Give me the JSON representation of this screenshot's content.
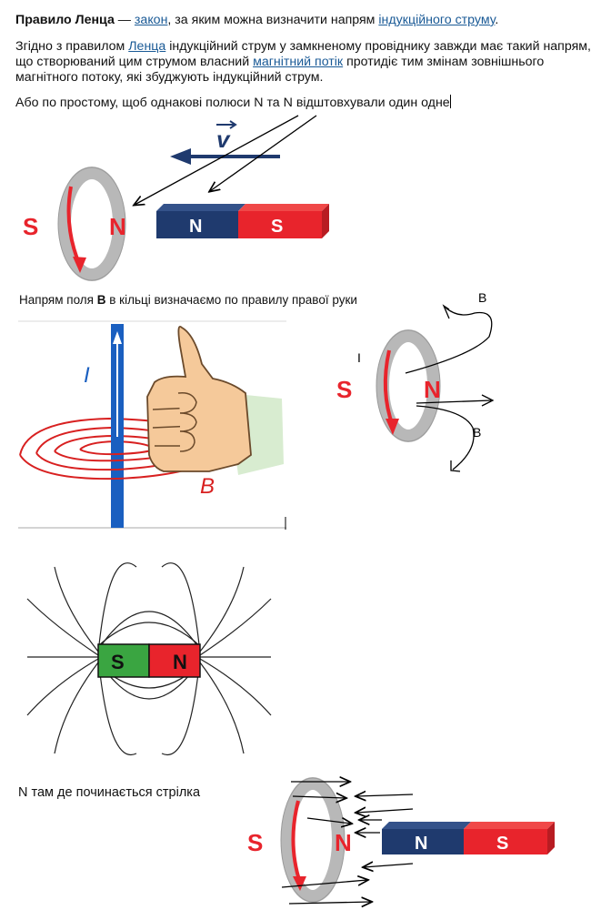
{
  "intro": {
    "title": "Правило Ленца",
    "dash": " — ",
    "link_law": "закон",
    "mid": ", за яким можна визначити напрям ",
    "link_current": "індукційного струму",
    "end": "."
  },
  "para2": {
    "part1": "Згідно з правилом ",
    "link_lenz": "Ленца",
    "part2": " індукційний струм у замкненому провіднику завжди має такий напрям, що створюваний цим струмом власний ",
    "link_flux": "магнітний потік",
    "part3": " протидіє тим змінам зовнішнього магнітного потоку, які збуджують індукційний струм."
  },
  "para3": "Або по простому, щоб однакові полюси  N та N відштовхували один одне",
  "fig1": {
    "ring_s": "S",
    "ring_n": "N",
    "magnet_n": "N",
    "magnet_s": "S",
    "velocity": "v"
  },
  "caption_pre": "Напрям поля ",
  "caption_bold": "B",
  "caption_post": " в кільці визначаємо по правилу правої руки",
  "fig2": {
    "current_label": "I",
    "field_label": "B"
  },
  "fig3": {
    "s": "S",
    "n": "N",
    "label_b_top": "B",
    "label_b_bottom": "B",
    "label_i": "I"
  },
  "fig4": {
    "s": "S",
    "n": "N"
  },
  "note": "N там де починається стрілка",
  "fig5": {
    "ring_s": "S",
    "ring_n": "N",
    "magnet_n": "N",
    "magnet_s": "S"
  },
  "colors": {
    "link": "#1a5a96",
    "red": "#e8242c",
    "navy": "#1f3a6e",
    "green": "#3aa541",
    "ring": "#b8b8b8"
  }
}
